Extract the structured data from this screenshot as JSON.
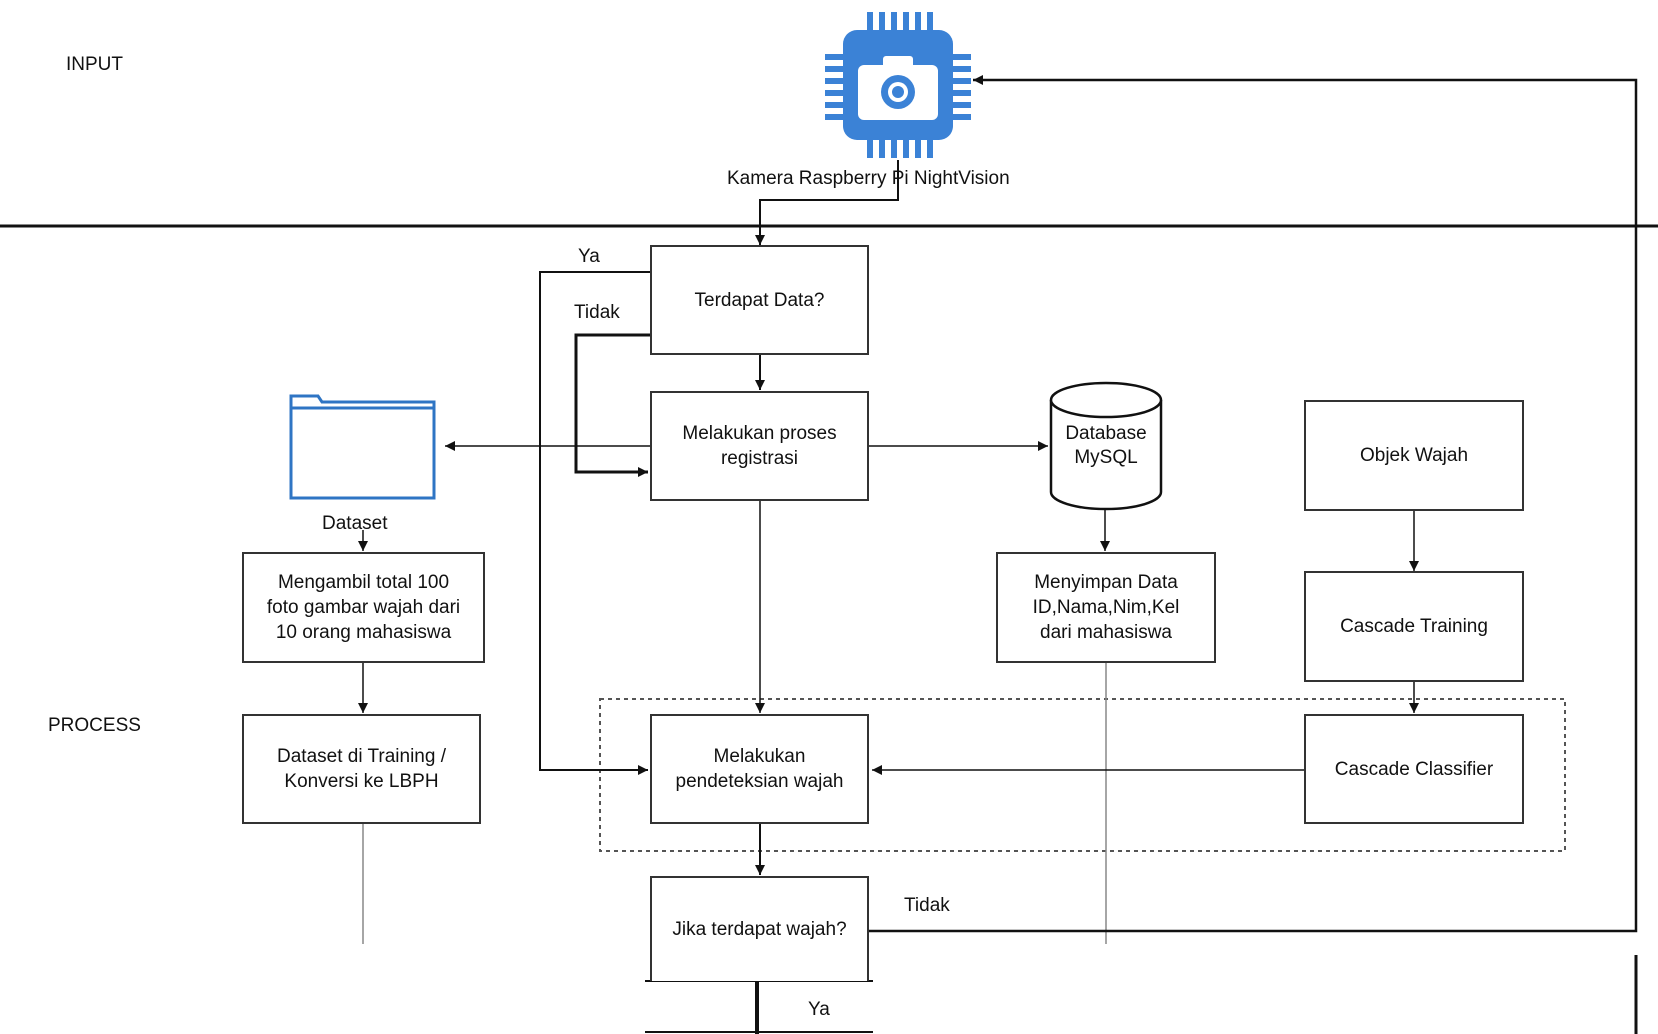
{
  "lanes": {
    "input": "INPUT",
    "process": "PROCESS"
  },
  "camera": {
    "label": "Kamera Raspberry Pi NightVision",
    "color": "#3b82d6"
  },
  "folder": {
    "label": "Dataset",
    "color": "#2f75c4"
  },
  "nodes": {
    "decision_data": "Terdapat Data?",
    "registrasi": "Melakukan proses\nregistrasi",
    "database": "Database\nMySQL",
    "objek": "Objek Wajah",
    "ambil_gambar": "Mengambil total 100\nfoto gambar wajah dari\n10 orang mahasiswa",
    "simpan": "Menyimpan Data\nID,Nama,Nim,Kel\ndari mahasiswa",
    "cascade_training": "Cascade Training",
    "dataset_training": "Dataset di Training /\nKonversi ke LBPH",
    "deteksi": "Melakukan\npendeteksian wajah",
    "cascade_classifier": "Cascade Classifier",
    "decision_wajah": "Jika terdapat wajah?"
  },
  "edge_labels": {
    "ya_top": "Ya",
    "tidak_top": "Tidak",
    "tidak_right": "Tidak",
    "ya_bottom": "Ya"
  }
}
